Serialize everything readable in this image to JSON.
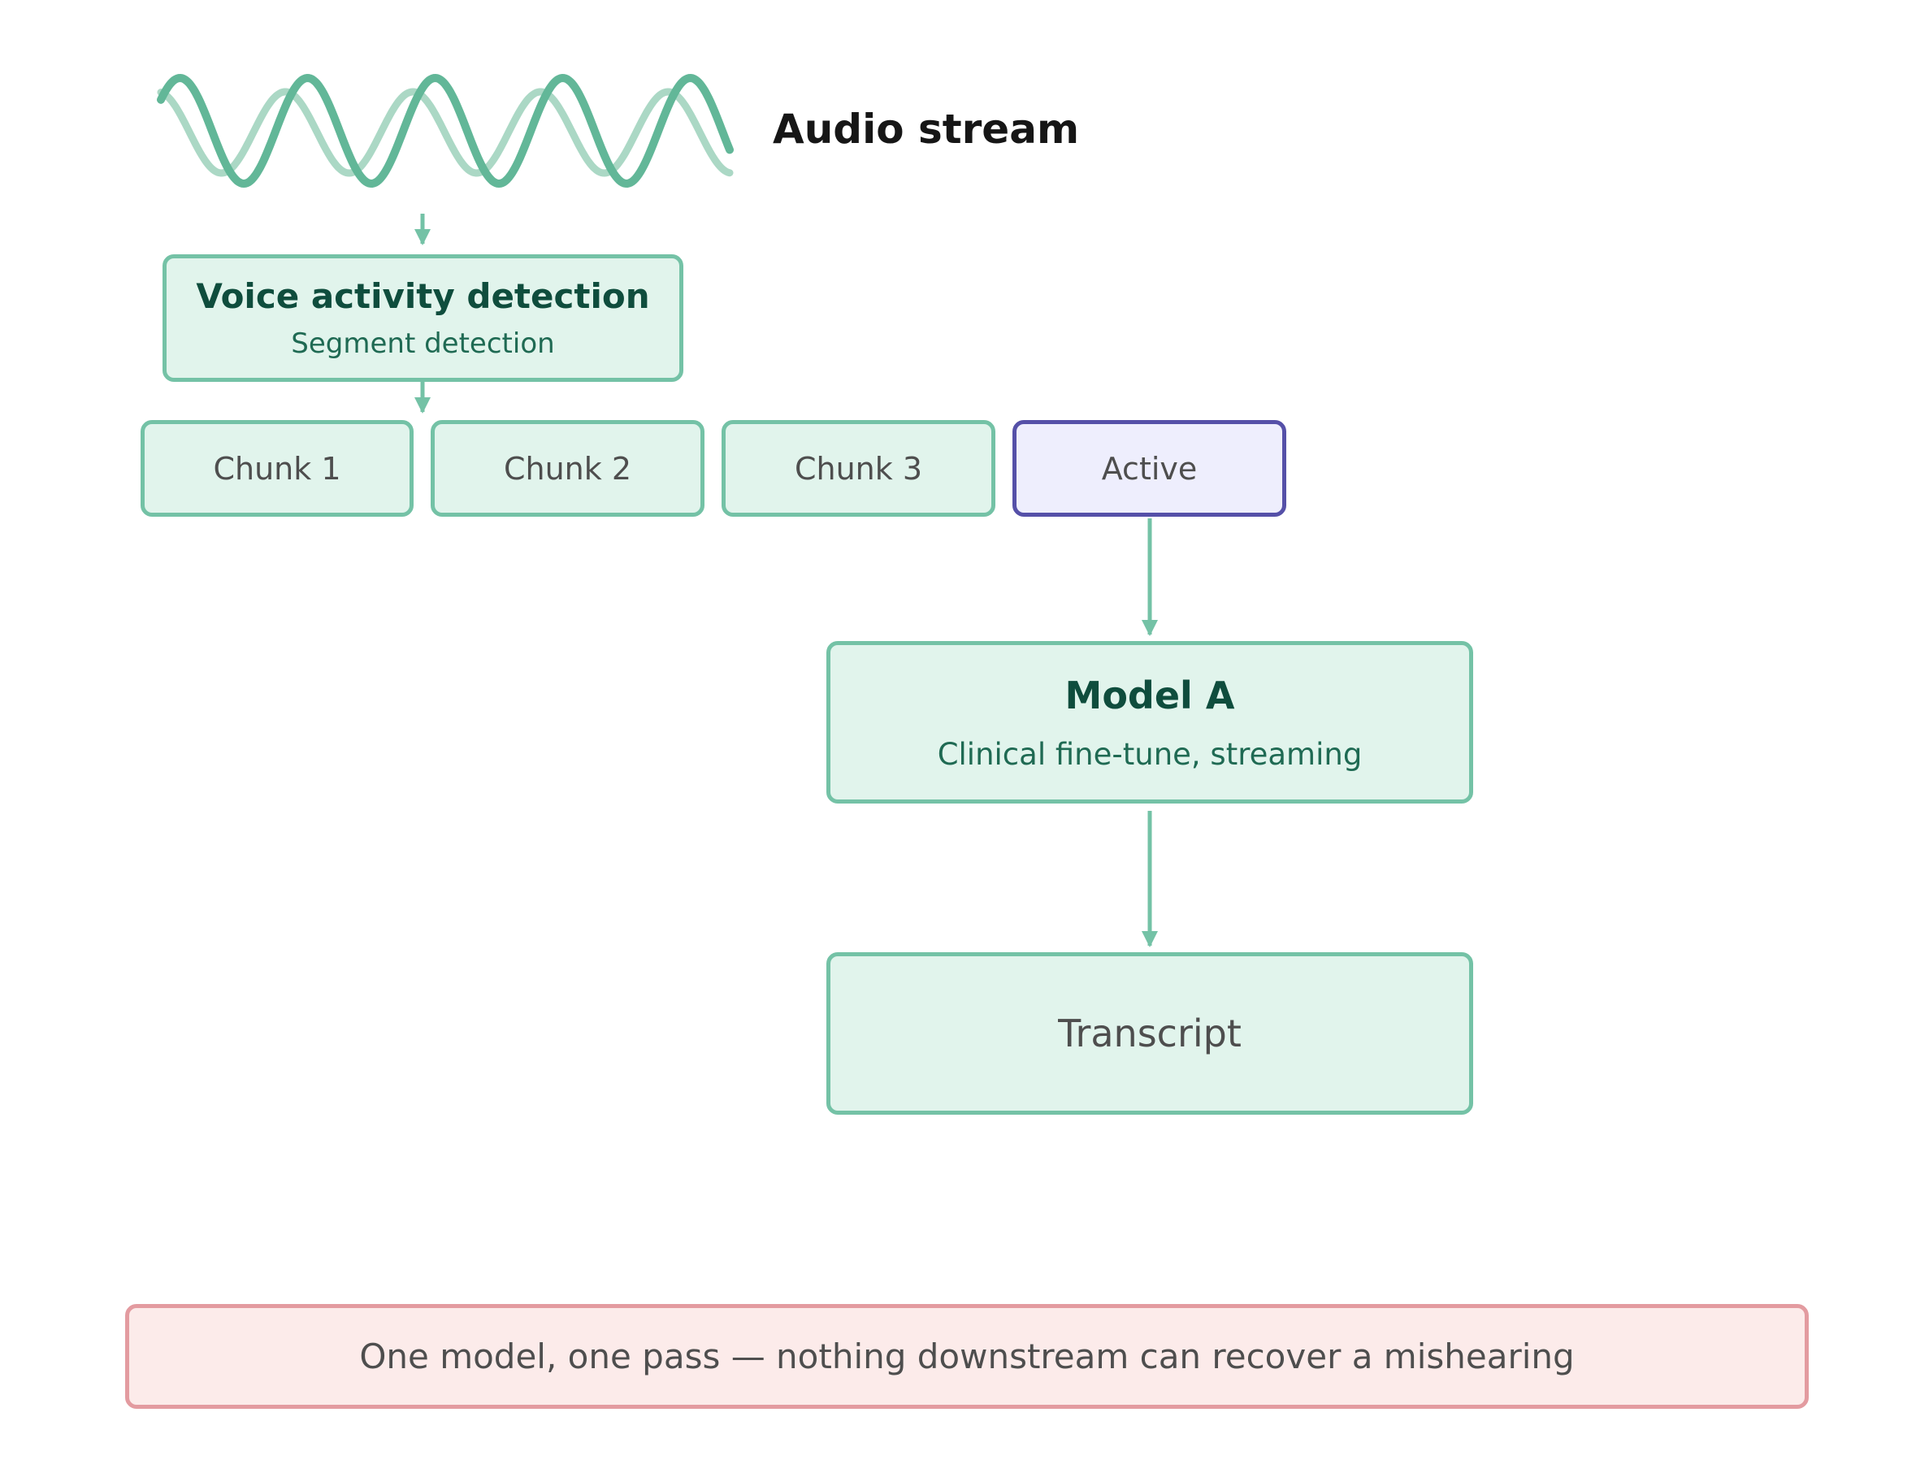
{
  "header": {
    "label": "Audio stream"
  },
  "vad": {
    "title": "Voice activity detection",
    "subtitle": "Segment detection"
  },
  "chunks": [
    {
      "label": "Chunk 1",
      "state": "done"
    },
    {
      "label": "Chunk 2",
      "state": "done"
    },
    {
      "label": "Chunk 3",
      "state": "done"
    },
    {
      "label": "Active",
      "state": "active"
    }
  ],
  "model": {
    "title": "Model A",
    "subtitle": "Clinical fine-tune, streaming"
  },
  "output": {
    "label": "Transcript"
  },
  "warning": {
    "text": "One model, one pass — nothing downstream can recover a mishearing"
  },
  "colors": {
    "green_fill": "#e1f4ec",
    "green_border": "#74c2a6",
    "active_fill": "#eeeefd",
    "active_border": "#5550a8",
    "warning_fill": "#fcebea",
    "warning_border": "#e39ba0",
    "wave_dark": "#62b798",
    "wave_light": "#abd8c5"
  }
}
